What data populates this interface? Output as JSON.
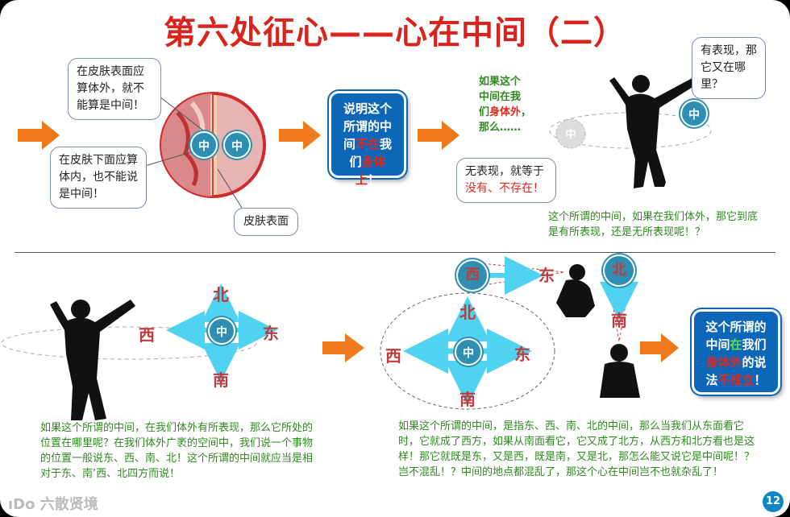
{
  "title": "第六处征心——心在中间（二）",
  "bubbles": {
    "outside": "在皮肤表面应算体外，就不能算是中间！",
    "inside": "在皮肤下面应算体内，也不能说是中间！",
    "skin": "皮肤表面",
    "express_q": "有表现，那它又在哪里？",
    "no_express_a": "无表现，就等于",
    "no_express_b": "没有、不存在！"
  },
  "box1": {
    "l1": "说明这个",
    "l2": "所谓的中",
    "l3a": "间",
    "l3b": "不在",
    "l3c": "我",
    "l4a": "们",
    "l4b": "身体上",
    "l4c": "！"
  },
  "box2": {
    "l1": "这个所谓的",
    "l2a": "中间",
    "l2b": "在",
    "l2c": "我们",
    "l3a": "身体外",
    "l3b": "的说",
    "l4a": "法",
    "l4b": "不成立",
    "l4c": "！"
  },
  "green_q": {
    "l1": "如果这个",
    "l2": "中间在我",
    "l3a": "们",
    "l3b": "身体外",
    "l3c": "，",
    "l4": "那么……"
  },
  "zhong": "中",
  "dirs": {
    "north": "北",
    "south": "南",
    "east": "东",
    "west": "西"
  },
  "texts": {
    "top_right": "这个所谓的中间，如果在我们体外，那它到底是有所表现，还是无所表现呢！？",
    "bottom_left": "如果这个所谓的中间，在我们体外有所表现，那么它所处的位置在哪里呢？在我们体外广袤的空间中，我们说一个事物的位置一般说东、西、南、北！这个所谓的中间就应当是相对于东、南’西、北四方而说！",
    "bottom_mid": "如果这个所谓的中间，是指东、西、南、北的中间，那么当我们从东面看它时，它就成了西方，如果从南面看它，它又成了北方，从西方和北方看也是这样！那它就既是东，又是西，既是南，又是北，那怎么能又说它是中间呢！？岂不混乱！？中间的地点都混乱了，那这个心在中间岂不也就杂乱了！"
  },
  "page_number": "12",
  "watermark": "ıDo 六散贤境",
  "colors": {
    "title": "#d9231d",
    "box": "#0d67b8",
    "arrow": "#f07a1a",
    "cyan": "#4fd3f0",
    "green_text": "#2c8a1c"
  }
}
